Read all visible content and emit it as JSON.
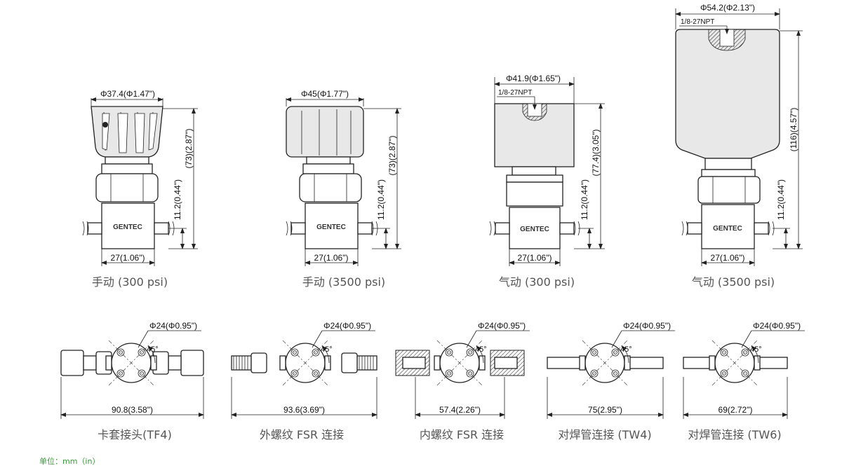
{
  "top_row": [
    {
      "dia": "Φ37.4(Φ1.47\")",
      "h_total": "(73)(2.87\")",
      "h_port": "11.2(0.44\")",
      "width": "27(1.06\")",
      "logo": "GENTEC",
      "caption": "手动 (300 psi)"
    },
    {
      "dia": "Φ45(Φ1.77\")",
      "h_total": "(73)(2.87\")",
      "h_port": "11.2(0.44\")",
      "width": "27(1.06\")",
      "logo": "GENTEC",
      "caption": "手动 (3500 psi)"
    },
    {
      "dia": "Φ41.9(Φ1.65\")",
      "npt": "1/8-27NPT",
      "h_total": "(77.4)(3.05\")",
      "h_port": "11.2(0.44\")",
      "width": "27(1.06\")",
      "logo": "GENTEC",
      "caption": "气动 (300 psi)"
    },
    {
      "dia": "Φ54.2(Φ2.13\")",
      "npt": "1/8-27NPT",
      "h_total": "(116)(4.57\")",
      "h_port": "11.2(0.44\")",
      "width": "27(1.06\")",
      "logo": "GENTEC",
      "caption": "气动 (3500 psi)"
    }
  ],
  "bottom_row": [
    {
      "dia": "Φ24(Φ0.95\")",
      "angle": "45°",
      "length": "90.8(3.58\")",
      "caption": "卡套接头(TF4)"
    },
    {
      "dia": "Φ24(Φ0.95\")",
      "angle": "45°",
      "length": "93.6(3.69\")",
      "caption": "外螺纹 FSR 连接"
    },
    {
      "dia": "Φ24(Φ0.95\")",
      "angle": "45°",
      "length": "57.4(2.26\")",
      "caption": "内螺纹 FSR 连接"
    },
    {
      "dia": "Φ24(Φ0.95\")",
      "angle": "45°",
      "length": "75(2.95\")",
      "caption": "对焊管连接 (TW4)"
    },
    {
      "dia": "Φ24(Φ0.95\")",
      "angle": "45°",
      "length": "69(2.72\")",
      "caption": "对焊管连接 (TW6)"
    }
  ],
  "unit_note": "单位：mm（in）"
}
